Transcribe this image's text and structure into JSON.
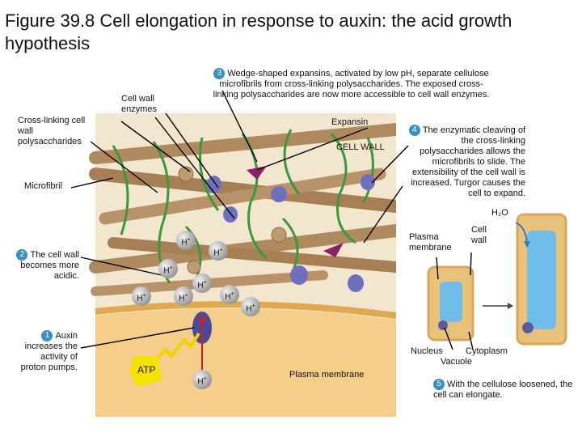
{
  "title": "Figure 39.8 Cell elongation in response to auxin: the acid growth hypothesis",
  "labels": {
    "cross_linking": "Cross-linking cell wall polysaccharides",
    "cell_wall_enzymes": "Cell wall enzymes",
    "expansin": "Expansin",
    "cell_wall": "CELL WALL",
    "microfibril": "Microfibril",
    "plasma_membrane_main": "Plasma membrane",
    "plasma_membrane_inset": "Plasma membrane",
    "cell_wall_inset": "Cell wall",
    "water": "H₂O",
    "nucleus": "Nucleus",
    "cytoplasm": "Cytoplasm",
    "vacuole": "Vacuole",
    "atp": "ATP",
    "h_ion": "H",
    "h_charge": "+"
  },
  "steps": [
    {
      "number": "1",
      "text": "Auxin increases the activity of proton pumps."
    },
    {
      "number": "2",
      "text": "The cell wall becomes more acidic."
    },
    {
      "number": "3",
      "text": "Wedge-shaped expansins, activated by low pH, separate cellulose microfibrils from cross-linking polysaccharides. The exposed cross-linking polysaccharides are now more accessible to cell wall enzymes."
    },
    {
      "number": "4",
      "text": "The enzymatic cleaving of the cross-linking polysaccharides allows the microfibrils to slide. The extensibility of the cell wall is increased. Turgor causes the cell to expand."
    },
    {
      "number": "5",
      "text": "With the cellulose loosened, the cell can elongate."
    }
  ],
  "colors": {
    "microfibril": "#b08a5f",
    "cross_link": "#3a9a3a",
    "enzyme": "#6f6fc0",
    "cytoplasm": "#f5cf8a",
    "step_badge": "#3a8fc4",
    "inset_cell": "#e8c27a",
    "vacuole": "#6fbde8"
  }
}
